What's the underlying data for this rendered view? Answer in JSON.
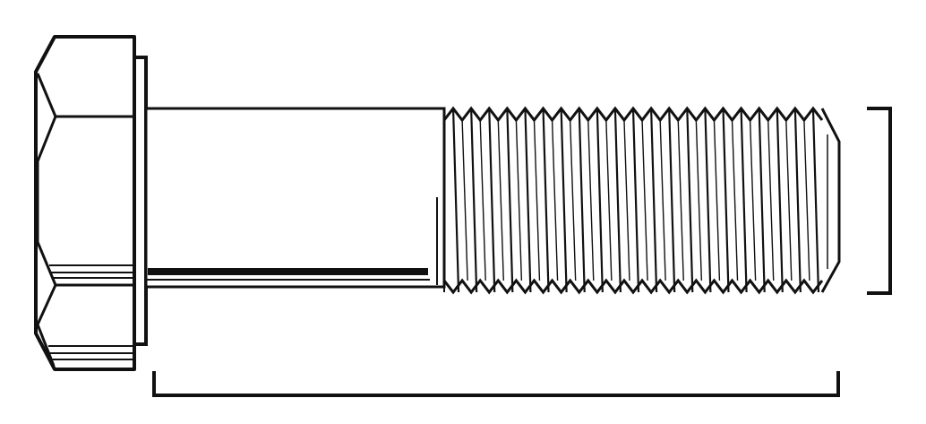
{
  "diagram": {
    "subject": "hex-head bolt",
    "parts": [
      "hex-head",
      "washer-flange",
      "unthreaded-shank",
      "threaded-section"
    ],
    "dimension_brackets": [
      "bolt-length-bracket",
      "thread-diameter-bracket"
    ],
    "labels": []
  },
  "colors": {
    "stroke": "#111111",
    "fill": "#ffffff",
    "background": "#ffffff"
  }
}
